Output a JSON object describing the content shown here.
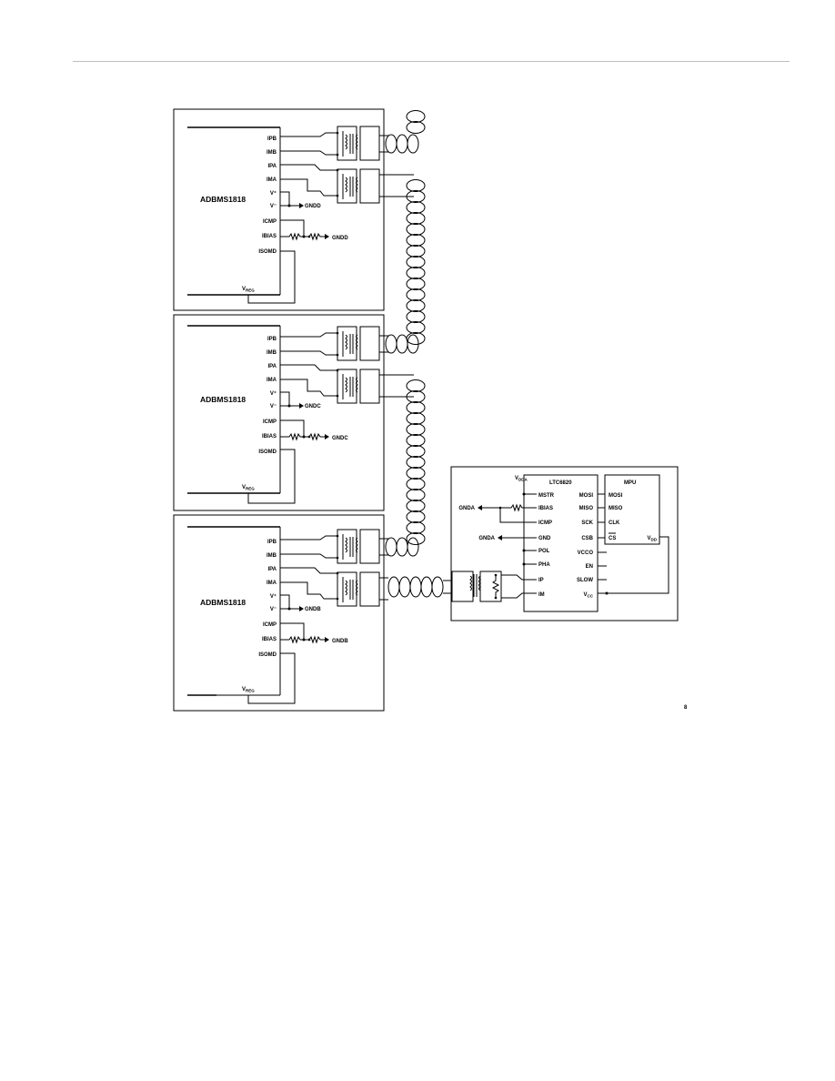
{
  "modules": [
    {
      "chip_name": "ADBMS1818",
      "pins": [
        "IPB",
        "IMB",
        "IPA",
        "IMA",
        "V⁺",
        "V⁻",
        "ICMP",
        "IBIAS",
        "ISOMD"
      ],
      "gnd_labels": [
        "GNDD",
        "GNDD"
      ],
      "vreg_main": "V",
      "vreg_sub": "REG"
    },
    {
      "chip_name": "ADBMS1818",
      "pins": [
        "IPB",
        "IMB",
        "IPA",
        "IMA",
        "V⁺",
        "V⁻",
        "ICMP",
        "IBIAS",
        "ISOMD"
      ],
      "gnd_labels": [
        "GNDC",
        "GNDC"
      ],
      "vreg_main": "V",
      "vreg_sub": "REG"
    },
    {
      "chip_name": "ADBMS1818",
      "pins": [
        "IPB",
        "IMB",
        "IPA",
        "IMA",
        "V⁺",
        "V⁻",
        "ICMP",
        "IBIAS",
        "ISOMD"
      ],
      "gnd_labels": [
        "GNDB",
        "GNDB"
      ],
      "vreg_main": "V",
      "vreg_sub": "REG"
    }
  ],
  "ltc": {
    "name": "LTC6820",
    "vdda_main": "V",
    "vdda_sub": "DDA",
    "left_pins": [
      "MSTR",
      "IBIAS",
      "ICMP",
      "GND",
      "POL",
      "PHA",
      "IP",
      "IM"
    ],
    "right_pins": [
      "MOSI",
      "MISO",
      "SCK",
      "CSB",
      "VCCO",
      "EN",
      "SLOW"
    ],
    "vcc_main": "V",
    "vcc_sub": "CC",
    "gnd_labels": [
      "GNDA",
      "GNDA"
    ]
  },
  "mpu": {
    "name": "MPU",
    "pins": [
      "MOSI",
      "MISO",
      "CLK",
      "CS"
    ],
    "vdd_main": "V",
    "vdd_sub": "DD"
  },
  "footnote": "8"
}
